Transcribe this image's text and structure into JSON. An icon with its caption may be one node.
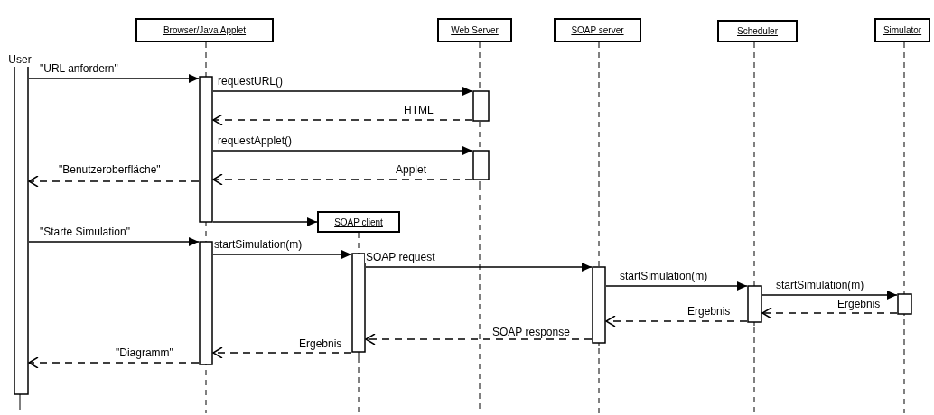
{
  "diagram": {
    "nodes": [
      {
        "text": [
          "User"
        ]
      },
      {
        "text": [
          "Browser/Java Applet"
        ]
      },
      {
        "text": [
          "Web Server"
        ]
      },
      {
        "text": [
          "SOAP server"
        ]
      },
      {
        "text": [
          "Scheduler"
        ]
      },
      {
        "text": [
          "Simulator"
        ]
      },
      {
        "text": [
          "SOAP client"
        ]
      }
    ],
    "edges": [
      {
        "from": 0,
        "to": 1,
        "arrow": "to",
        "label": "\"URL anfordern\""
      },
      {
        "from": 1,
        "to": 2,
        "arrow": "to",
        "label": "requestURL()"
      },
      {
        "from": 2,
        "to": 1,
        "arrow": "to",
        "label": "HTML",
        "style": "dashed"
      },
      {
        "from": 1,
        "to": 2,
        "arrow": "to",
        "label": "requestApplet()"
      },
      {
        "from": 2,
        "to": 1,
        "arrow": "to",
        "label": "Applet",
        "style": "dashed"
      },
      {
        "from": 1,
        "to": 0,
        "arrow": "to",
        "label": "\"Benutzeroberfläche\"",
        "style": "dashed"
      },
      {
        "from": 1,
        "to": 6,
        "arrow": "to"
      },
      {
        "from": 0,
        "to": 1,
        "arrow": "to",
        "label": "\"Starte Simulation\""
      },
      {
        "from": 1,
        "to": 6,
        "arrow": "to",
        "label": "startSimulation(m)"
      },
      {
        "from": 6,
        "to": 3,
        "arrow": "to",
        "label": "SOAP request"
      },
      {
        "from": 3,
        "to": 4,
        "arrow": "to",
        "label": "startSimulation(m)"
      },
      {
        "from": 4,
        "to": 5,
        "arrow": "to",
        "label": "startSimulation(m)"
      },
      {
        "from": 5,
        "to": 4,
        "arrow": "to",
        "label": "Ergebnis",
        "style": "dashed"
      },
      {
        "from": 4,
        "to": 3,
        "arrow": "to",
        "label": "Ergebnis",
        "style": "dashed"
      },
      {
        "from": 3,
        "to": 6,
        "arrow": "to",
        "label": "SOAP response",
        "style": "dashed"
      },
      {
        "from": 6,
        "to": 1,
        "arrow": "to",
        "label": "Ergebnis",
        "style": "dashed"
      },
      {
        "from": 1,
        "to": 0,
        "arrow": "to",
        "label": "\"Diagramm\"",
        "style": "dashed"
      }
    ]
  }
}
